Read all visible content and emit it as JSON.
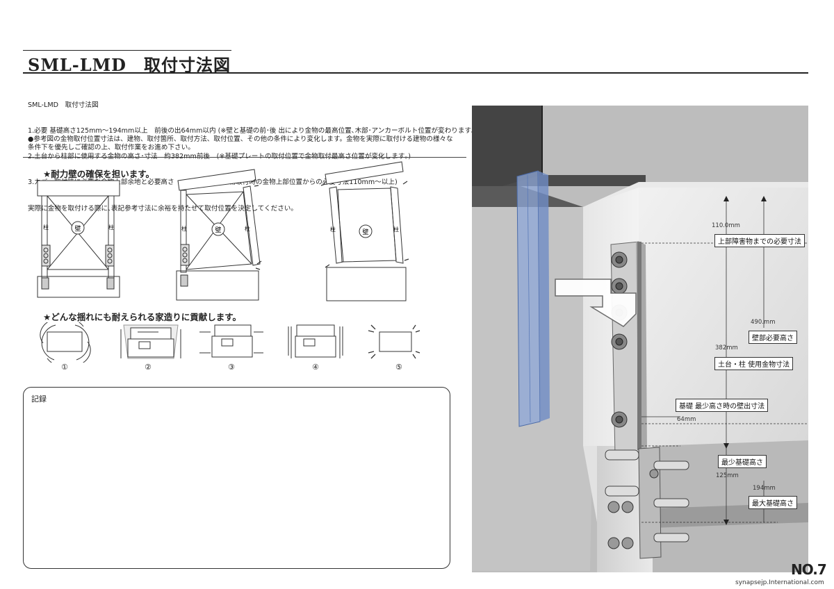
{
  "header": {
    "title": "SML-LMD　取付寸法図"
  },
  "notes": {
    "lines": [
      "SML-LMD　取付寸法図",
      "1.必要 基礎高さ125mm～194mm以上　前後の出64mm以内 (※壁と基礎の前･後 出により金物の最高位置､木部･アンカーボルト位置が変わります｡)",
      "2.土台から柱部に使用する金物の高さ･寸法　約382mm前後　(※基礎プレートの取付位置で金物取付最高さ位置が変化します｡)",
      "3.カバー取付時に必要な金物上部余地と必要高さ　　　　　　(※金物取付時の金物上部位置からの必要寸法110mm～以上)",
      "実際に金物を取付ける際に､表記参考寸法に余裕を持たせて取付位置を決定してください｡"
    ],
    "caution": "●参考図の金物取付位置寸法は、建物、取付箇所、取付方法、取付位置、その他の条件により変化します。金物を実際に取付ける建物の様々な条件下を優先しご確認の上、取付作業をお進め下さい。"
  },
  "section1": {
    "heading": "★耐力壁の確保を担います。",
    "diagrams": [
      {
        "pillar_left": "柱",
        "wall": "壁",
        "pillar_right": "柱"
      },
      {
        "pillar_left": "柱",
        "wall": "壁",
        "pillar_right": "柱"
      },
      {
        "pillar_left": "柱",
        "wall": "壁",
        "pillar_right": "柱"
      }
    ]
  },
  "section2": {
    "heading": "★どんな揺れにも耐えられる家造りに貢献します。",
    "captions": [
      "①",
      "②",
      "③",
      "④",
      "⑤"
    ]
  },
  "record": {
    "label": "記録"
  },
  "photo": {
    "dims": {
      "d110": "110.0mm",
      "upper_label": "上部障害物までの必要寸法",
      "d490": "490.mm",
      "wall_label": "壁部必要高さ",
      "d382": "382mm",
      "hardware_label": "土台・柱 使用金物寸法",
      "offset_label": "基礎 最少高さ時の壁出寸法",
      "d64": "64mm",
      "min_label": "最少基礎高さ",
      "d125": "125mm",
      "d194": "194mm",
      "max_label": "最大基礎高さ"
    }
  },
  "footer": {
    "page": "NO.7",
    "site": "synapsejp.International.com"
  }
}
